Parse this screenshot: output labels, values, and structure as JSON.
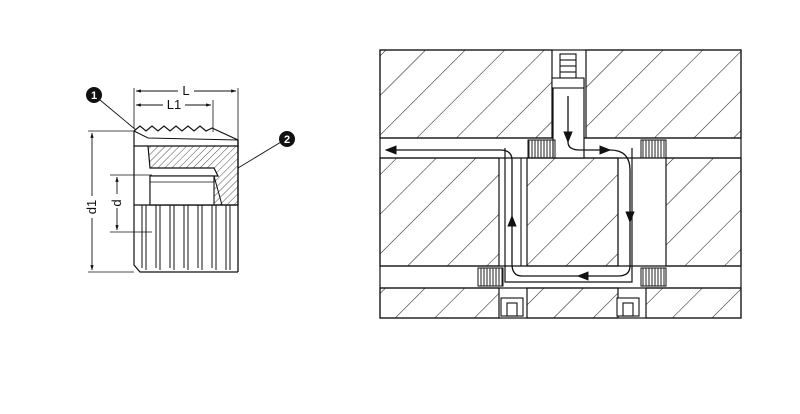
{
  "part_drawing": {
    "dimensions": {
      "L": "L",
      "L1": "L1",
      "d1": "d1",
      "d": "d"
    },
    "callouts": [
      "1",
      "2"
    ]
  },
  "mold_diagram": {
    "flow_arrows": 6
  }
}
